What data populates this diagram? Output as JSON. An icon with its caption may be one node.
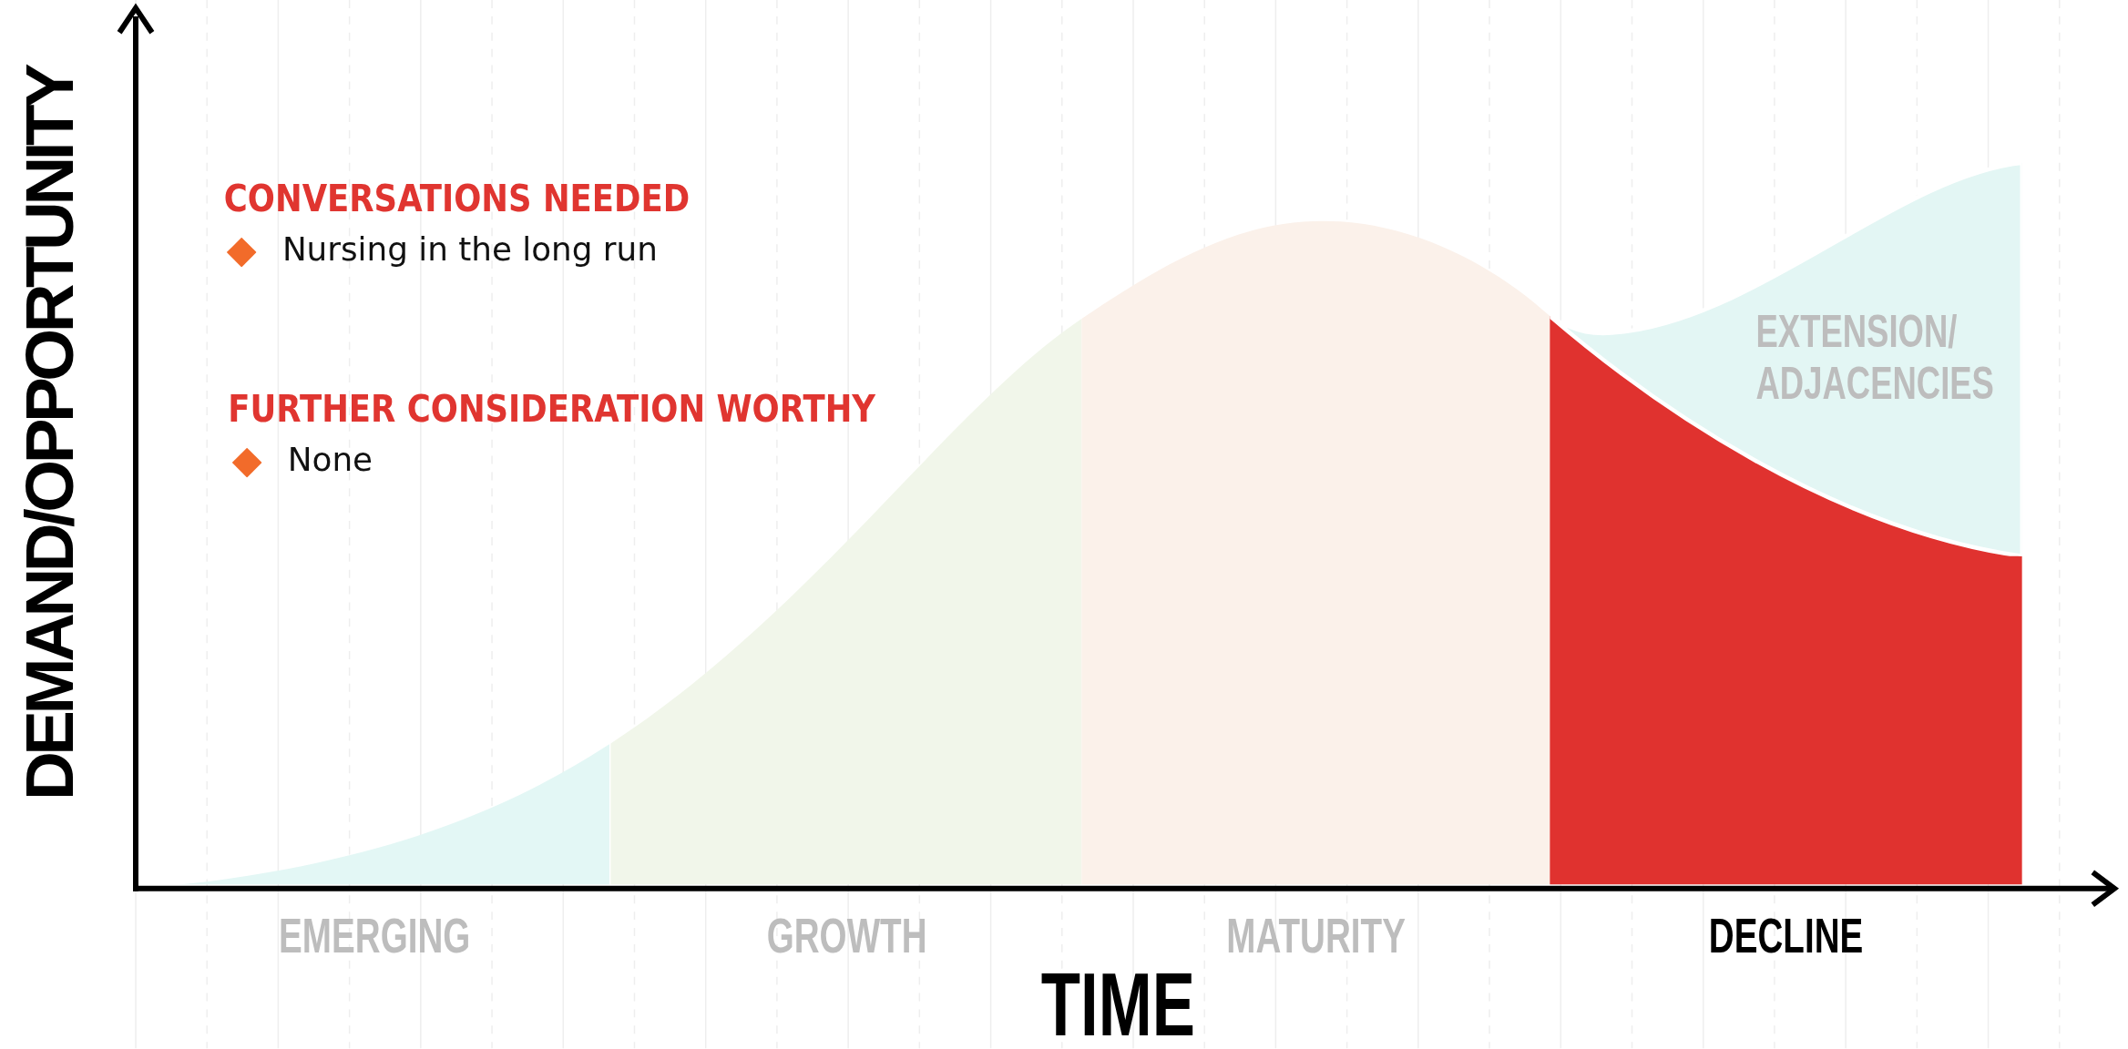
{
  "diagram": {
    "nodes": [
      {
        "text": [
          "EMERGING"
        ]
      },
      {
        "text": [
          "GROWTH"
        ]
      },
      {
        "text": [
          "MATURITY"
        ]
      },
      {
        "text": [
          "DECLINE"
        ]
      },
      {
        "text": [
          "EXTENSION/ ADJACENCIES"
        ]
      }
    ],
    "labels": [
      "CONVERSATIONS NEEDED",
      "Nursing in the long run",
      "FURTHER CONSIDERATION WORTHY",
      "None",
      "DEMAND/OPPORTUNITY",
      "TIME"
    ]
  }
}
